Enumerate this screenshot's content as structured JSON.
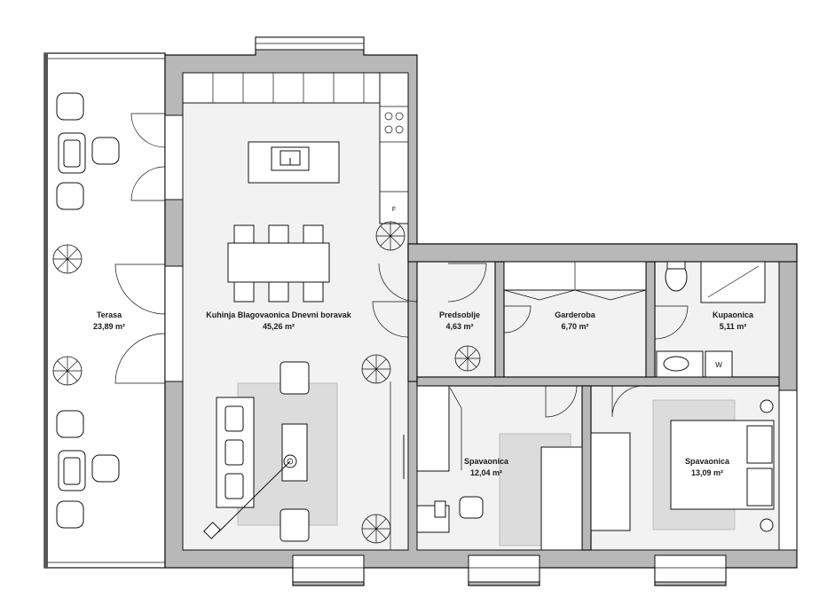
{
  "rooms": {
    "terrace": {
      "name": "Terasa",
      "area": "23,89 m²"
    },
    "living": {
      "name": "Kuhinja Blagovaonica Dnevni boravak",
      "area": "45,26 m²"
    },
    "hall": {
      "name": "Predsoblje",
      "area": "4,63 m²"
    },
    "wardrobe": {
      "name": "Garderoba",
      "area": "6,70 m²"
    },
    "bathroom": {
      "name": "Kupaonica",
      "area": "5,11 m²"
    },
    "bedroom1": {
      "name": "Spavaonica",
      "area": "12,04 m²"
    },
    "bedroom2": {
      "name": "Spavaonica",
      "area": "13,09 m²"
    }
  },
  "fixtures": {
    "fridge": "F",
    "washer": "W"
  },
  "colors": {
    "wall": "#b8b8b8",
    "floor": "#f2f2f2",
    "rug": "#dcdcdc"
  }
}
